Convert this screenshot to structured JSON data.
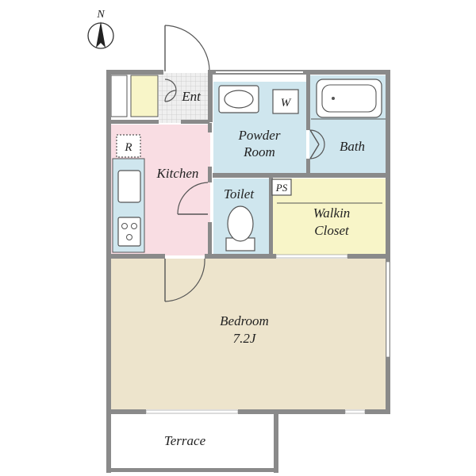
{
  "compass": {
    "label": "N"
  },
  "rooms": {
    "entrance": "Ent",
    "powder_room_line1": "Powder",
    "powder_room_line2": "Room",
    "bath": "Bath",
    "kitchen": "Kitchen",
    "toilet": "Toilet",
    "walkin_line1": "Walkin",
    "walkin_line2": "Closet",
    "bedroom_line1": "Bedroom",
    "bedroom_line2": "7.2J",
    "terrace": "Terrace"
  },
  "fixtures": {
    "refrigerator": "R",
    "washer": "W",
    "pipe_space": "PS"
  },
  "colors": {
    "kitchen": "#f9dde3",
    "wet_rooms": "#cfe6ee",
    "closet": "#f8f5c8",
    "bedroom": "#ede4cc",
    "wall": "#8a8a8a"
  }
}
